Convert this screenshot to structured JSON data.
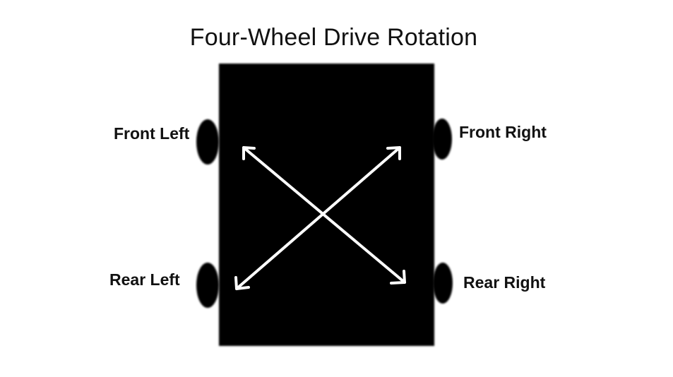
{
  "title": "Four-Wheel Drive Rotation",
  "wheels": {
    "front_left": "Front Left",
    "front_right": "Front Right",
    "rear_left": "Rear Left",
    "rear_right": "Rear Right"
  },
  "colors": {
    "background": "#ffffff",
    "chassis": "#000000",
    "wheel": "#000000",
    "arrow": "#ffffff",
    "text": "#111111"
  }
}
